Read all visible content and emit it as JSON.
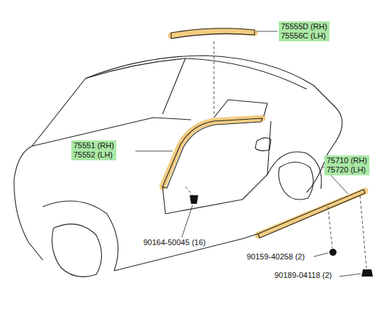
{
  "diagram": {
    "nodes": [
      {
        "text": [
          "75555D (RH)",
          "75556C (LH)"
        ]
      },
      {
        "text": [
          "75551 (RH)",
          "75552 (LH)"
        ]
      },
      {
        "text": [
          "75710 (RH)",
          "75720 (LH)"
        ]
      }
    ],
    "labels": [
      "90164-50045 (16)",
      "90159-40258 (2)",
      "90189-04118 (2)"
    ]
  }
}
